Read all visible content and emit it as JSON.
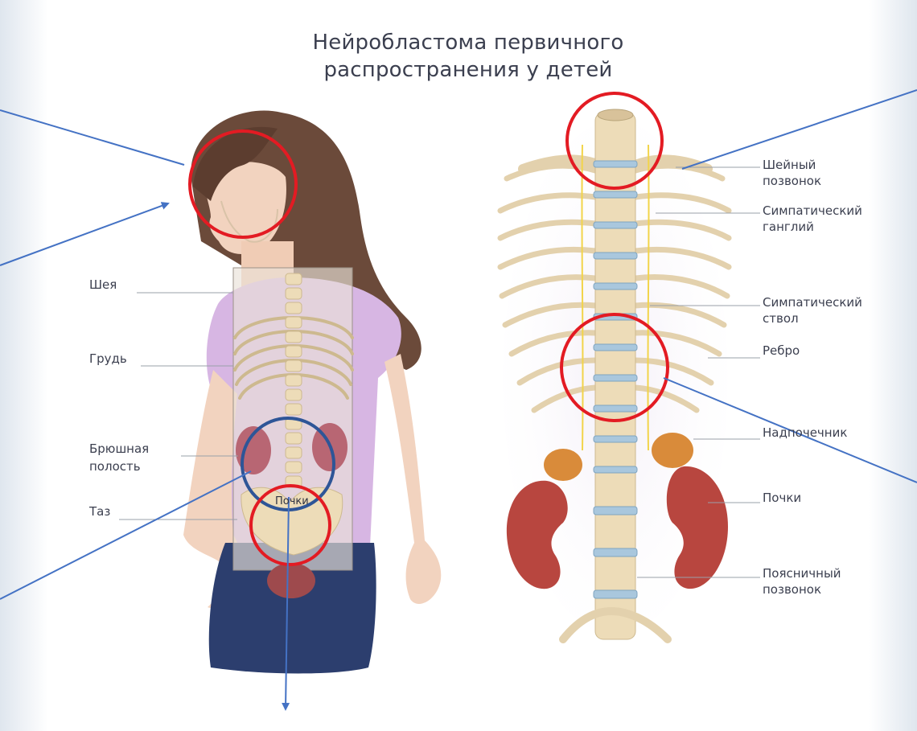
{
  "title": {
    "line1": "Нейробластома первичного",
    "line2": "распространения у детей"
  },
  "left_labels": {
    "neck": "Шея",
    "chest": "Грудь",
    "abdomen_line1": "Брюшная",
    "abdomen_line2": "полость",
    "pelvis": "Таз",
    "kidneys_overlay": "Почки"
  },
  "right_labels": {
    "cervical_line1": "Шейный",
    "cervical_line2": "позвонок",
    "ganglion_line1": "Симпатический",
    "ganglion_line2": "ганглий",
    "trunk_line1": "Симпатический",
    "trunk_line2": "ствол",
    "rib": "Ребро",
    "adrenal": "Надпочечник",
    "kidneys": "Почки",
    "lumbar_line1": "Поясничный",
    "lumbar_line2": "позвонок"
  },
  "colors": {
    "highlight_red": "#e31b23",
    "highlight_blue": "#2e5597",
    "arrow": "#4472c4",
    "text": "#3b3f4f",
    "shirt": "#d7b6e3",
    "hair": "#6b4a3a",
    "skin": "#f2d3bf",
    "jeans": "#2c3e6e",
    "bone": "#eddcb8",
    "disc": "#a9c7dd",
    "kidney": "#b8463f",
    "adrenal": "#d98b3a",
    "nerve": "#f2d44a"
  }
}
